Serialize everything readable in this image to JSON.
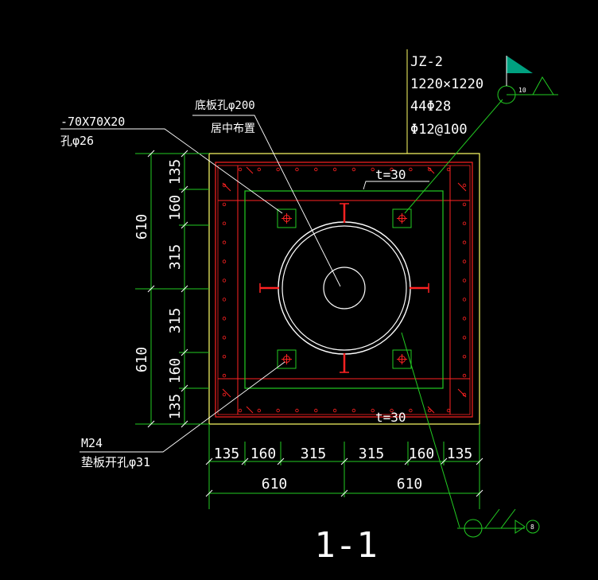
{
  "section_label": "1-1",
  "column": {
    "id": "JZ-2",
    "size": "1220×1220",
    "main_rebar": "44Φ28",
    "stirrup": "Φ12@100"
  },
  "callouts": {
    "base_hole_line1": "底板孔φ200",
    "base_hole_line2": "居中布置",
    "washer_line1": "-70X70X20",
    "washer_line2": "孔φ26",
    "bolt_line1": "M24",
    "bolt_line2": "垫板开孔φ31",
    "plate_thickness_top": "t=30",
    "plate_thickness_bottom": "t=30"
  },
  "dimensions": {
    "left_segments": [
      "135",
      "160",
      "315",
      "315",
      "160",
      "135"
    ],
    "left_totals": [
      "610",
      "610"
    ],
    "bottom_segments": [
      "135",
      "160",
      "315",
      "315",
      "160",
      "135"
    ],
    "bottom_totals": [
      "610",
      "610"
    ]
  },
  "markers": {
    "right_marker_label": "10",
    "bottom_marker_label": "8"
  },
  "colors": {
    "background": "#000000",
    "outline": "#ffff66",
    "plate": "#ff2222",
    "green": "#22cc22",
    "text": "#ffffff",
    "teal": "#00a080"
  }
}
